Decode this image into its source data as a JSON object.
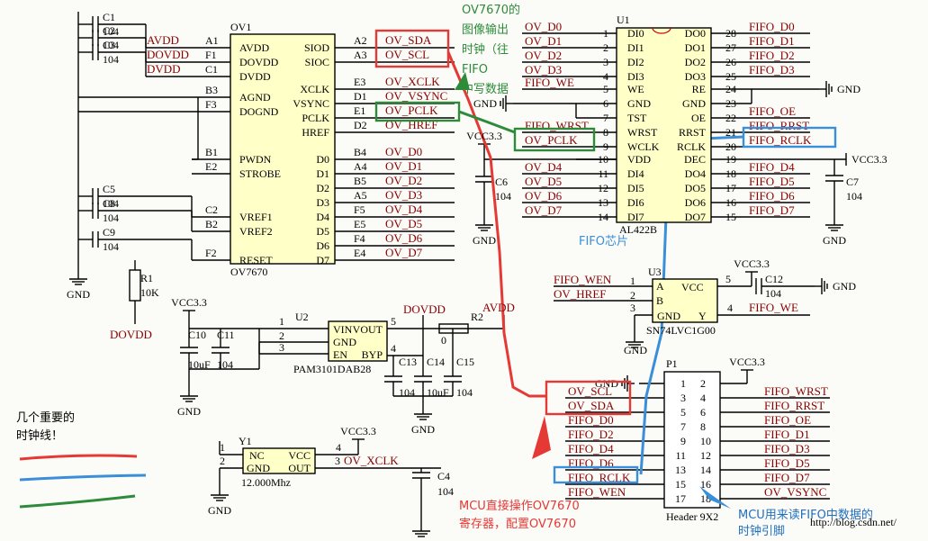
{
  "ov1": {
    "ref": "OV1",
    "part": "OV7670",
    "left_pins": [
      {
        "num": "A1",
        "name": "AVDD",
        "net": "AVDD"
      },
      {
        "num": "F1",
        "name": "DOVDD",
        "net": "DOVDD"
      },
      {
        "num": "C1",
        "name": "DVDD",
        "net": "DVDD"
      },
      {
        "num": "B3",
        "name": "AGND",
        "net": ""
      },
      {
        "num": "F3",
        "name": "DOGND",
        "net": ""
      },
      {
        "num": "B1",
        "name": "PWDN",
        "net": ""
      },
      {
        "num": "E2",
        "name": "STROBE",
        "net": ""
      },
      {
        "num": "C2",
        "name": "VREF1",
        "net": ""
      },
      {
        "num": "B2",
        "name": "VREF2",
        "net": ""
      },
      {
        "num": "F2",
        "name": "RESET",
        "net": ""
      }
    ],
    "right_pins": [
      {
        "num": "A2",
        "name": "SIOD",
        "net": "OV_SDA"
      },
      {
        "num": "A3",
        "name": "SIOC",
        "net": "OV_SCL"
      },
      {
        "num": "E3",
        "name": "XCLK",
        "net": "OV_XCLK"
      },
      {
        "num": "D1",
        "name": "VSYNC",
        "net": "OV_VSYNC"
      },
      {
        "num": "E1",
        "name": "PCLK",
        "net": "OV_PCLK"
      },
      {
        "num": "D2",
        "name": "HREF",
        "net": "OV_HREF"
      },
      {
        "num": "B4",
        "name": "D0",
        "net": "OV_D0"
      },
      {
        "num": "A4",
        "name": "D1",
        "net": "OV_D1"
      },
      {
        "num": "B5",
        "name": "D2",
        "net": "OV_D2"
      },
      {
        "num": "A5",
        "name": "D3",
        "net": "OV_D3"
      },
      {
        "num": "F5",
        "name": "D4",
        "net": "OV_D4"
      },
      {
        "num": "E5",
        "name": "D5",
        "net": "OV_D5"
      },
      {
        "num": "F4",
        "name": "D6",
        "net": "OV_D6"
      },
      {
        "num": "E4",
        "name": "D7",
        "net": "OV_D7"
      }
    ]
  },
  "caps_left": [
    {
      "ref": "C1",
      "val": "104"
    },
    {
      "ref": "C2",
      "val": "104"
    },
    {
      "ref": "C3",
      "val": "104"
    },
    {
      "ref": "C5",
      "val": "104"
    },
    {
      "ref": "C8",
      "val": "104"
    },
    {
      "ref": "C9",
      "val": "104"
    }
  ],
  "r1": {
    "ref": "R1",
    "val": "10K",
    "net": "DOVDD"
  },
  "gnd_label": "GND",
  "vcc_label": "VCC3.3",
  "u1": {
    "ref": "U1",
    "part": "AL422B",
    "left_pins": [
      {
        "num": "1",
        "name": "DI0",
        "net": "OV_D0"
      },
      {
        "num": "2",
        "name": "DI1",
        "net": "OV_D1"
      },
      {
        "num": "3",
        "name": "DI2",
        "net": "OV_D2"
      },
      {
        "num": "4",
        "name": "DI3",
        "net": "OV_D3"
      },
      {
        "num": "5",
        "name": "WE",
        "net": "FIFO_WE"
      },
      {
        "num": "6",
        "name": "GND",
        "net": ""
      },
      {
        "num": "7",
        "name": "TST",
        "net": ""
      },
      {
        "num": "8",
        "name": "WRST",
        "net": "FIFO_WRST"
      },
      {
        "num": "9",
        "name": "WCLK",
        "net": "OV_PCLK"
      },
      {
        "num": "10",
        "name": "VDD",
        "net": ""
      },
      {
        "num": "11",
        "name": "DI4",
        "net": "OV_D4"
      },
      {
        "num": "12",
        "name": "DI5",
        "net": "OV_D5"
      },
      {
        "num": "13",
        "name": "DI6",
        "net": "OV_D6"
      },
      {
        "num": "14",
        "name": "DI7",
        "net": "OV_D7"
      }
    ],
    "right_pins": [
      {
        "num": "28",
        "name": "DO0",
        "net": "FIFO_D0"
      },
      {
        "num": "27",
        "name": "DO1",
        "net": "FIFO_D1"
      },
      {
        "num": "26",
        "name": "DO2",
        "net": "FIFO_D2"
      },
      {
        "num": "25",
        "name": "DO3",
        "net": "FIFO_D3"
      },
      {
        "num": "24",
        "name": "RE",
        "net": ""
      },
      {
        "num": "23",
        "name": "GND",
        "net": ""
      },
      {
        "num": "22",
        "name": "OE",
        "net": "FIFO_OE"
      },
      {
        "num": "21",
        "name": "RRST",
        "net": "FIFO_RRST"
      },
      {
        "num": "20",
        "name": "RCLK",
        "net": "FIFO_RCLK"
      },
      {
        "num": "19",
        "name": "DEC",
        "net": ""
      },
      {
        "num": "18",
        "name": "DO4",
        "net": "FIFO_D4"
      },
      {
        "num": "17",
        "name": "DO5",
        "net": "FIFO_D5"
      },
      {
        "num": "16",
        "name": "DO6",
        "net": "FIFO_D6"
      },
      {
        "num": "15",
        "name": "DO7",
        "net": "FIFO_D7"
      }
    ]
  },
  "c6": {
    "ref": "C6",
    "val": "104"
  },
  "c7": {
    "ref": "C7",
    "val": "104"
  },
  "u3": {
    "ref": "U3",
    "part": "SN74LVC1G00",
    "pins": [
      {
        "num": "1",
        "name": "A",
        "net": "FIFO_WEN"
      },
      {
        "num": "2",
        "name": "B",
        "net": "OV_HREF"
      },
      {
        "num": "3",
        "name": "GND",
        "net": ""
      },
      {
        "num": "4",
        "name": "Y",
        "net": "FIFO_WE"
      },
      {
        "num": "5",
        "name": "VCC",
        "net": ""
      }
    ]
  },
  "c12": {
    "ref": "C12",
    "val": "104"
  },
  "u2": {
    "ref": "U2",
    "part": "PAM3101DAB28",
    "pins": [
      {
        "num": "1",
        "name": "VIN"
      },
      {
        "num": "2",
        "name": "GND"
      },
      {
        "num": "3",
        "name": "EN"
      },
      {
        "num": "5",
        "name": "VOUT"
      },
      {
        "num": "4",
        "name": "BYP"
      }
    ],
    "dovdd": "DOVDD",
    "avdd": "AVDD"
  },
  "r2": {
    "ref": "R2",
    "val": "0"
  },
  "caps_u2": [
    {
      "ref": "C10",
      "val": "10uF"
    },
    {
      "ref": "C11",
      "val": "104"
    },
    {
      "ref": "C13",
      "val": "104"
    },
    {
      "ref": "C14",
      "val": "10uF"
    },
    {
      "ref": "C15",
      "val": "104"
    }
  ],
  "y1": {
    "ref": "Y1",
    "part": "12.000Mhz",
    "pins": [
      {
        "num": "1",
        "name": "NC"
      },
      {
        "num": "2",
        "name": "GND"
      },
      {
        "num": "4",
        "name": "VCC"
      },
      {
        "num": "3",
        "name": "OUT"
      }
    ],
    "net": "OV_XCLK"
  },
  "c4": {
    "ref": "C4",
    "val": "104"
  },
  "p1": {
    "ref": "P1",
    "part": "Header 9X2",
    "left": [
      {
        "num": "1",
        "net": "GND"
      },
      {
        "num": "3",
        "net": "OV_SCL"
      },
      {
        "num": "5",
        "net": "OV_SDA"
      },
      {
        "num": "7",
        "net": "FIFO_D0"
      },
      {
        "num": "9",
        "net": "FIFO_D2"
      },
      {
        "num": "11",
        "net": "FIFO_D4"
      },
      {
        "num": "13",
        "net": "FIFO_D6"
      },
      {
        "num": "15",
        "net": "FIFO_RCLK"
      },
      {
        "num": "17",
        "net": "FIFO_WEN"
      }
    ],
    "right": [
      {
        "num": "2",
        "net": "VCC3.3"
      },
      {
        "num": "4",
        "net": "FIFO_WRST"
      },
      {
        "num": "6",
        "net": "FIFO_RRST"
      },
      {
        "num": "8",
        "net": "FIFO_OE"
      },
      {
        "num": "10",
        "net": "FIFO_D1"
      },
      {
        "num": "12",
        "net": "FIFO_D3"
      },
      {
        "num": "14",
        "net": "FIFO_D5"
      },
      {
        "num": "16",
        "net": "FIFO_D7"
      },
      {
        "num": "18",
        "net": "OV_VSYNC"
      }
    ]
  },
  "annotations": {
    "green_note": [
      "OV7670的",
      "图像输出",
      "时钟（往",
      "FIFO",
      "中写数据"
    ],
    "fifo_chip": "FIFO芯片",
    "mcu_note": [
      "MCU直接操作OV7670",
      "寄存器，配置OV7670"
    ],
    "rclk_note": [
      "MCU用来读FIFO中数据的",
      "时钟引脚"
    ],
    "legend_title": [
      "几个重要的",
      "时钟线！"
    ],
    "watermark": "http://blog.csdn.net/"
  },
  "colors": {
    "red": "#e53935",
    "blue": "#3a8fd8",
    "green": "#2e8b3a",
    "net": "#8b0000",
    "line": "#000000",
    "ic_fill": "#ffffc8"
  }
}
